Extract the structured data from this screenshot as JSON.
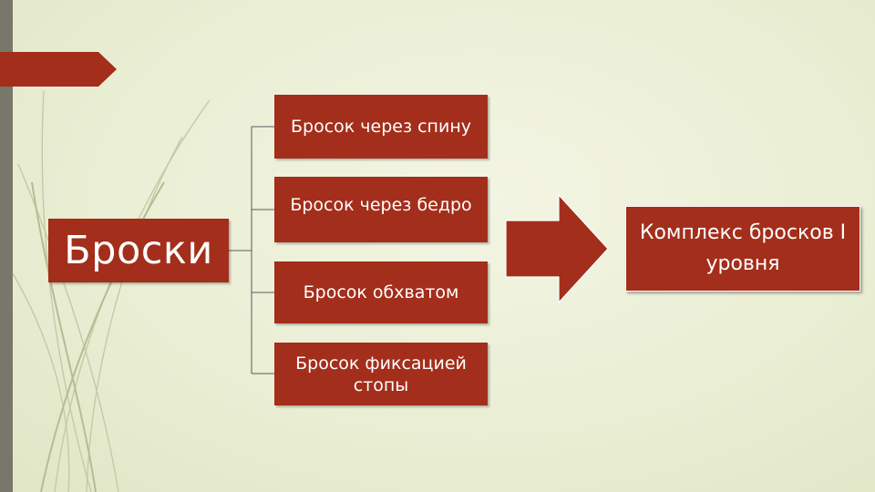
{
  "diagram": {
    "root": "Броски",
    "children": [
      "Бросок через спину",
      "Бросок через бедро",
      "Бросок обхватом",
      "Бросок фиксацией стопы"
    ],
    "result": "Комплекс бросков I уровня"
  },
  "colors": {
    "box_fill": "#a32e1b",
    "background": "#eaeed4",
    "side_band": "#77776a"
  }
}
